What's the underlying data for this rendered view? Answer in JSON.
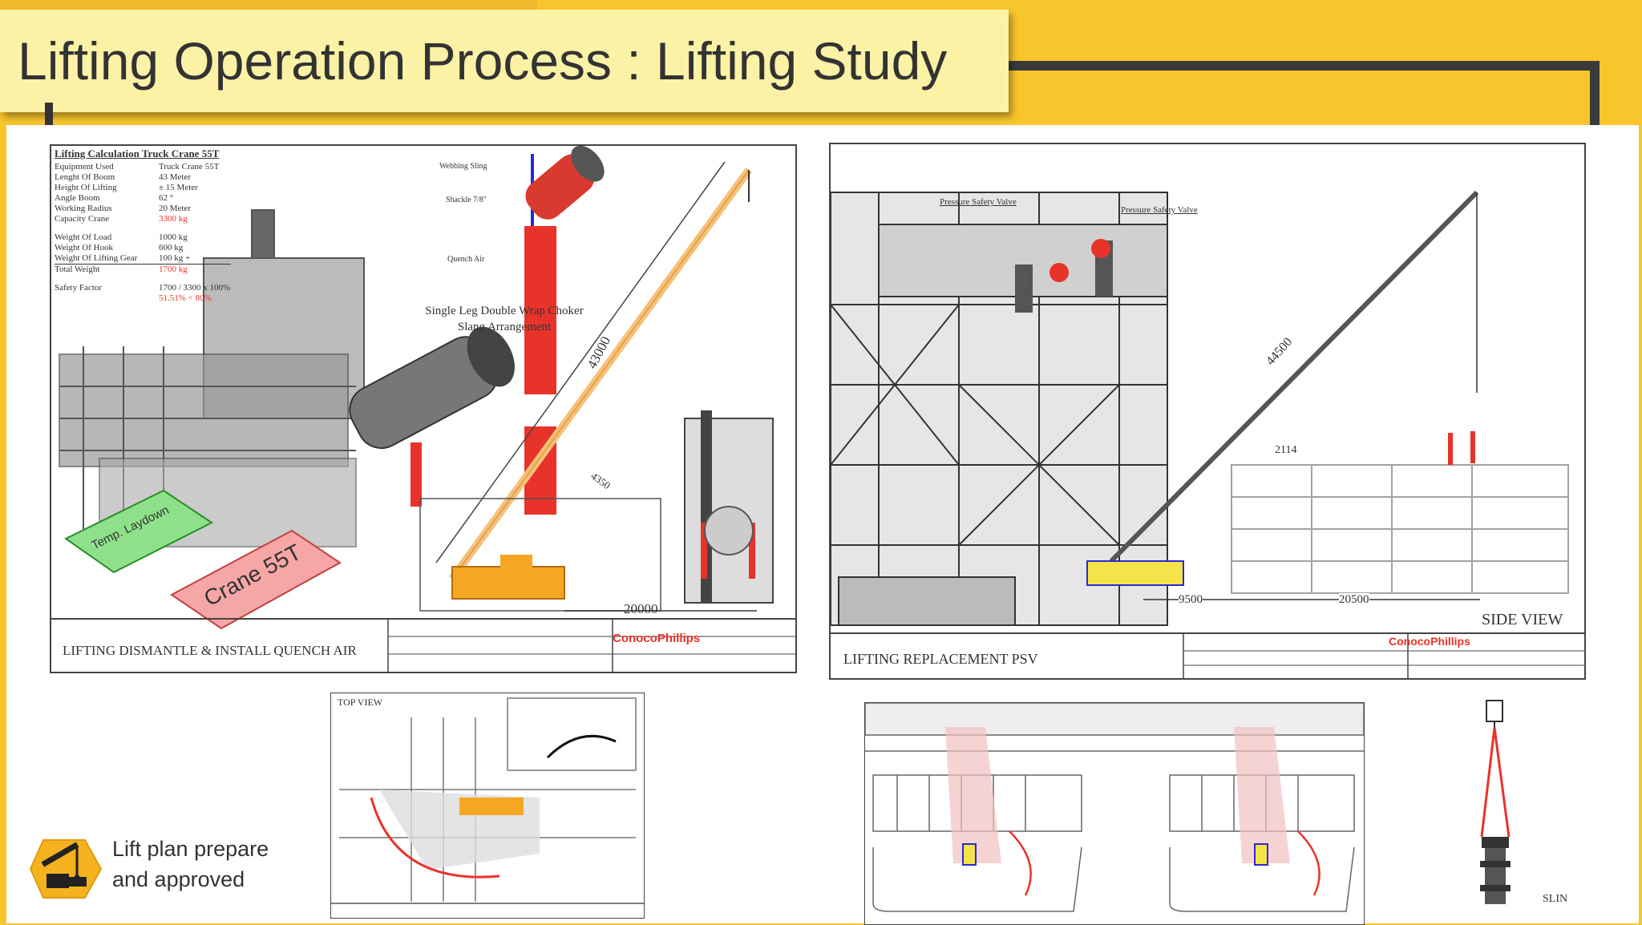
{
  "slide": {
    "title": "Lifting Operation Process : Lifting Study",
    "colors": {
      "background": "#f8c52c",
      "title_box": "#fbf2a6",
      "crane": "#f5a623",
      "valve": "#e8332a",
      "zone_green": "#8fe08a",
      "zone_red": "#f7a6a6"
    }
  },
  "drawing1": {
    "calc_title": "Lifting Calculation Truck Crane 55T",
    "calc_rows": [
      {
        "label": "Equipment Used",
        "value": "Truck Crane 55T"
      },
      {
        "label": "Lenght Of Boom",
        "value": "43 Meter"
      },
      {
        "label": "Height Of Lifting",
        "value": "± 15 Meter"
      },
      {
        "label": "Angle Boom",
        "value": "62 °"
      },
      {
        "label": "Working Radius",
        "value": "20 Meter"
      },
      {
        "label": "Capacity Crane",
        "value": "3300 kg"
      },
      {
        "label": "Weight Of Load",
        "value": "1000 kg"
      },
      {
        "label": "Weight Of Hook",
        "value": "600 kg"
      },
      {
        "label": "Weight Of Lifting Gear",
        "value": "100 kg +"
      },
      {
        "label": "Total Weight",
        "value": "1700 kg"
      },
      {
        "label": "Safety Factor",
        "value": "1700 / 3300 x 100%"
      },
      {
        "label": "",
        "value": "51.51% < 80%"
      }
    ],
    "sling_labels": [
      "Webbing Sling",
      "Shackle 7/8\"",
      "Quench Air"
    ],
    "sling_title": "Single Leg Double Wrap Choker Slang Arrangement",
    "dim_boom": "43000",
    "dim_radius": "20000",
    "dim_small": "4350",
    "zone_green_label": "Temp. Laydown",
    "zone_red_label": "Crane 55T",
    "footer_title": "LIFTING DISMANTLE & INSTALL QUENCH AIR",
    "logo": "ConocoPhillips"
  },
  "drawing2": {
    "valve_label_1": "Pressure Safety Valve",
    "valve_label_2": "Pressure Safety Valve",
    "dim_boom": "44500",
    "dim_small": "2114",
    "dim_left": "9500",
    "dim_right": "20500",
    "view_label": "SIDE VIEW",
    "footer_title": "LIFTING REPLACEMENT PSV",
    "logo": "ConocoPhillips"
  },
  "drawing3": {
    "view_label": "TOP VIEW"
  },
  "drawing5": {
    "sling_label": "SLIN"
  },
  "lift_plan": {
    "line1": "Lift plan prepare",
    "line2": "and approved"
  }
}
